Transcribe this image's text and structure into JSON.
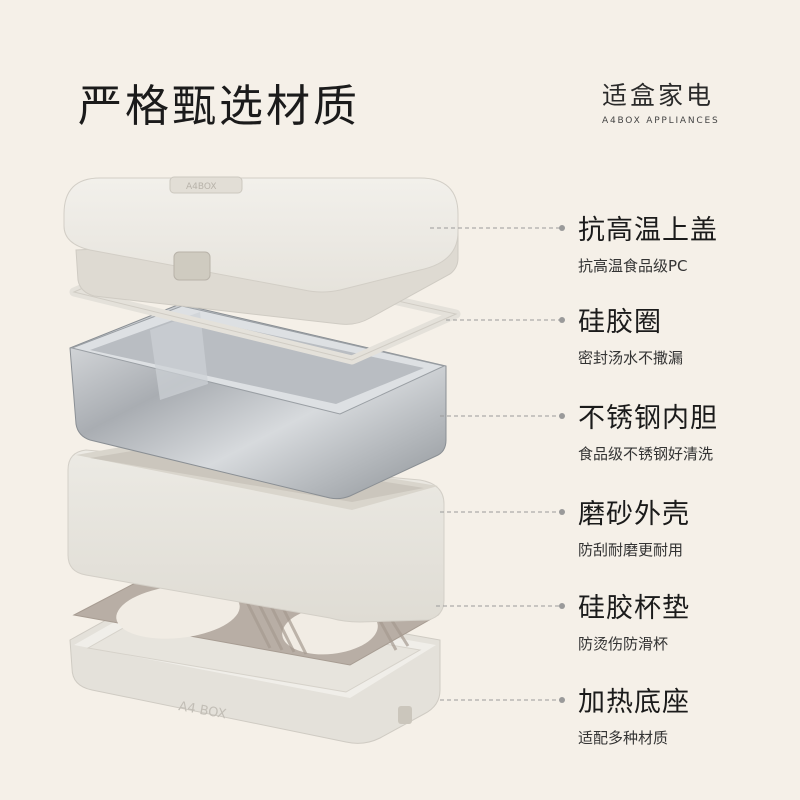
{
  "header": {
    "title": "严格甄选材质",
    "brand_cn": "适盒家电",
    "brand_en": "A4BOX APPLIANCES"
  },
  "product": {
    "embossed_logo": "A4 BOX",
    "lid_logo": "A4BOX"
  },
  "components": [
    {
      "label": "抗高温上盖",
      "sub": "抗高温食品级PC"
    },
    {
      "label": "硅胶圈",
      "sub": "密封汤水不撒漏"
    },
    {
      "label": "不锈钢内胆",
      "sub": "食品级不锈钢好清洗"
    },
    {
      "label": "磨砂外壳",
      "sub": "防刮耐磨更耐用"
    },
    {
      "label": "硅胶杯垫",
      "sub": "防烫伤防滑杯"
    },
    {
      "label": "加热底座",
      "sub": "适配多种材质"
    }
  ],
  "colors": {
    "background": "#F5F0E8",
    "shell": "#EAE7DF",
    "silicone_pad": "#B7ADA4",
    "steel": "#C9CCCF",
    "callout": "#9A9A9A"
  }
}
